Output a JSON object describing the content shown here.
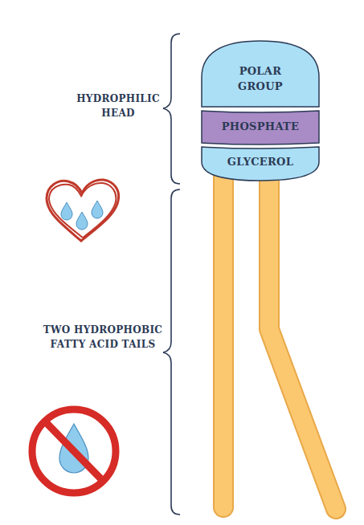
{
  "diagram": {
    "nodes": [
      {
        "text": [
          "POLAR GROUP"
        ]
      },
      {
        "text": [
          "PHOSPHATE"
        ]
      },
      {
        "text": [
          "GLYCEROL"
        ]
      }
    ],
    "labels": [
      "HYDROPHILIC HEAD",
      "TWO HYDROPHOBIC FATTY ACID TAILS"
    ]
  }
}
